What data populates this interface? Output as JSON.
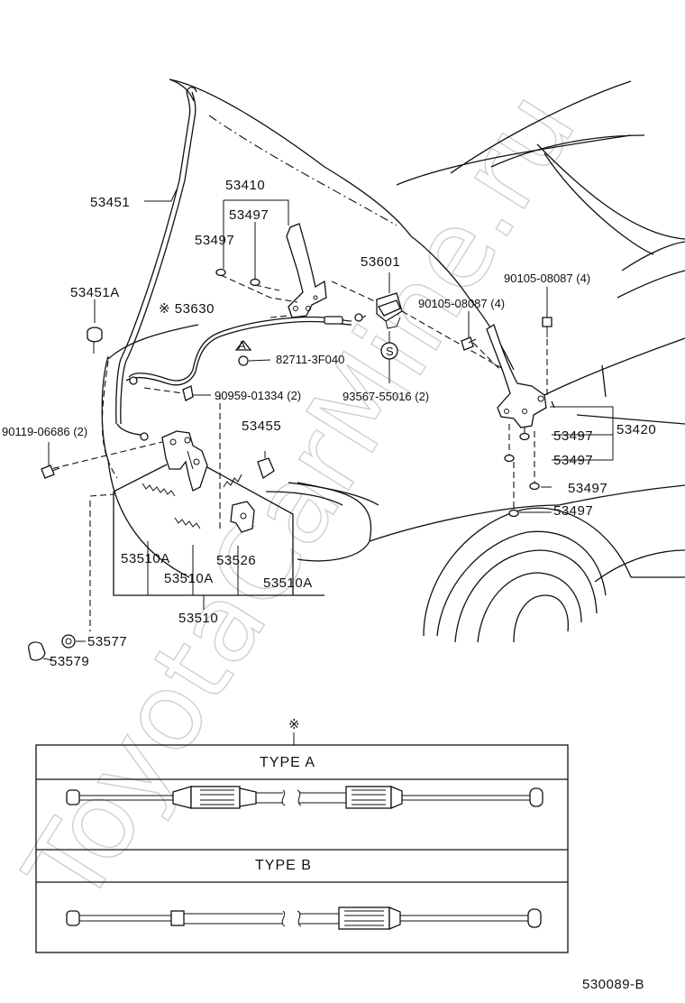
{
  "watermark": "ToyotaCarMine.ru",
  "diagram_code": "530089-B",
  "reference_mark": "※",
  "labels": {
    "p53410": "53410",
    "p53497_a": "53497",
    "p53497_b": "53497",
    "p53451": "53451",
    "p53451A": "53451A",
    "p53630": "※ 53630",
    "p53601": "53601",
    "p90105_a": "90105-08087 (4)",
    "p90105_b": "90105-08087 (4)",
    "p82711": "82711-3F040",
    "p90959": "90959-01334 (2)",
    "p93567": "93567-55016 (2)",
    "p90119": "90119-06686 (2)",
    "p53455": "53455",
    "p53420": "53420",
    "p53497_c": "53497",
    "p53497_d": "53497",
    "p53497_e": "53497",
    "p53497_f": "53497",
    "p53510A_a": "53510A",
    "p53510A_b": "53510A",
    "p53510A_c": "53510A",
    "p53526": "53526",
    "p53510": "53510",
    "p53577": "53577",
    "p53579": "53579",
    "bolt_s": "S",
    "bolt_a": "A"
  },
  "cable_types": {
    "type_a": "TYPE  A",
    "type_b": "TYPE  B"
  }
}
